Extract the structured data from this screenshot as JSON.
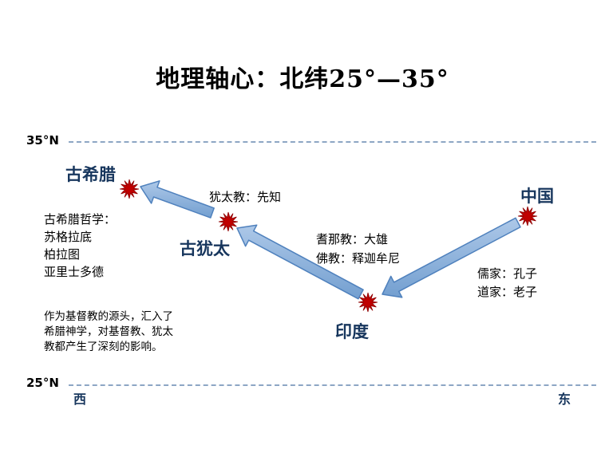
{
  "title": "地理轴心：北纬25°—35°",
  "axis": {
    "top_label": "35°N",
    "bottom_label": "25°N",
    "west": "西",
    "east": "东"
  },
  "nodes": {
    "greece": {
      "label": "古希腊"
    },
    "judea": {
      "label": "古犹太"
    },
    "india": {
      "label": "印度"
    },
    "china": {
      "label": "中国"
    }
  },
  "annotations": {
    "judaism": "犹太教：先知",
    "greek_philosophy": "古希腊哲学：\n苏格拉底\n柏拉图\n亚里士多德",
    "india_religions": "耆那教：大雄\n佛教：释迦牟尼",
    "china_schools": "儒家：孔子\n道家：老子",
    "christianity_note": "作为基督教的源头，汇入了\n希腊神学，对基督教、犹太\n教都产生了深刻的影响。"
  },
  "colors": {
    "label_blue": "#17365D",
    "star_red": "#C00000",
    "arrow_fill_light": "#ADC8E8",
    "arrow_fill_dark": "#739FD0",
    "arrow_stroke": "#4F81BD",
    "dash_line": "#8DA6C4"
  }
}
